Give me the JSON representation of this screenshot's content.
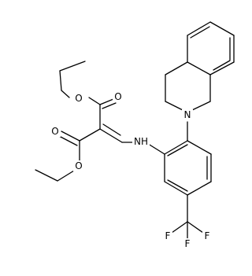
{
  "atoms": {
    "o_upper_ester": "O",
    "o_upper_carbonyl": "O",
    "o_lower_carbonyl": "O",
    "o_lower_ester": "O",
    "nh_amine": "NH",
    "n_ring": "N",
    "f_left": "F",
    "f_middle": "F",
    "f_right": "F"
  }
}
